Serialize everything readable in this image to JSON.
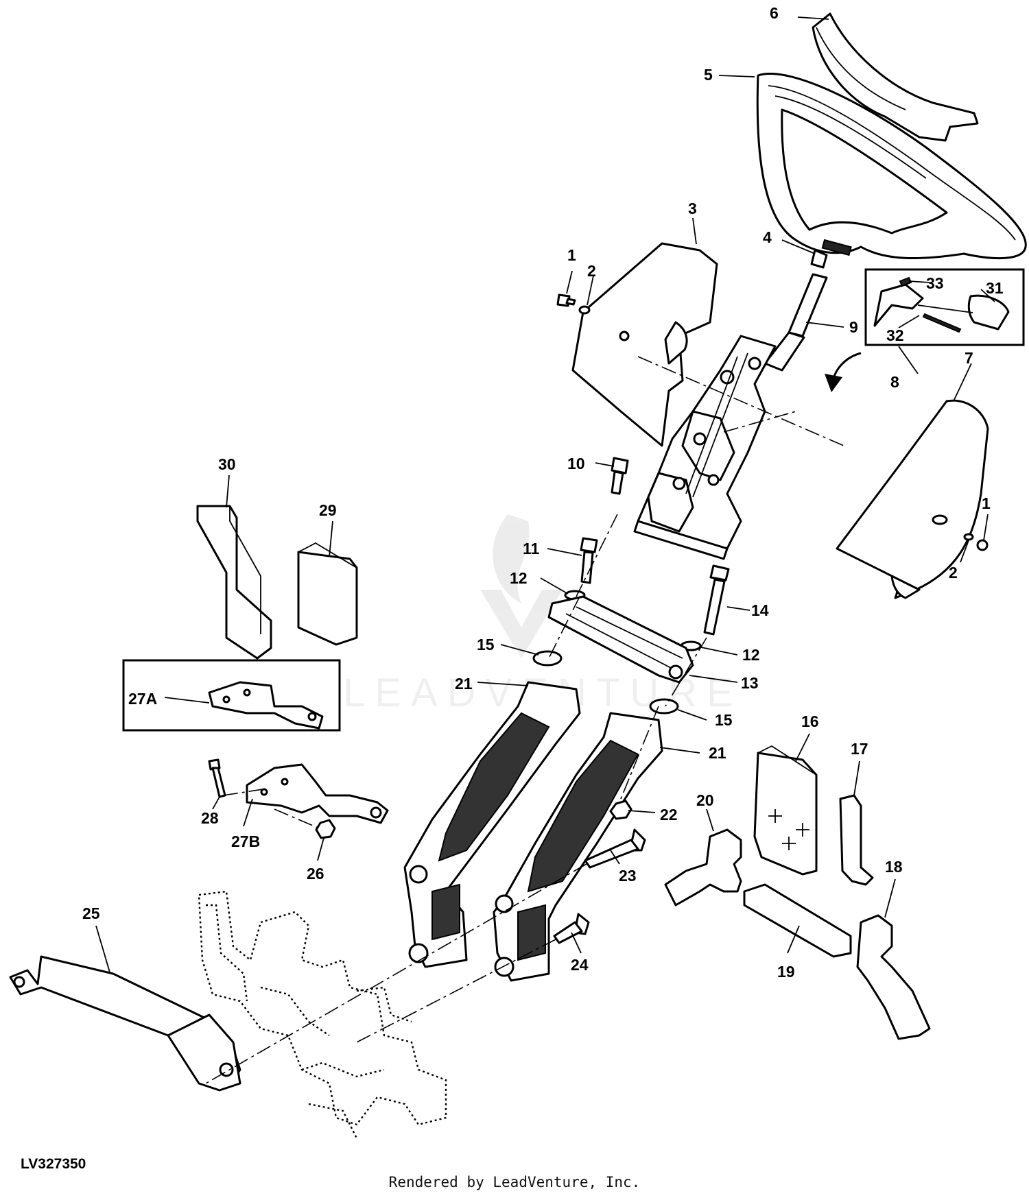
{
  "diagram": {
    "reference_number": "LV327350",
    "credit": "Rendered by LeadVenture, Inc.",
    "watermark": "LEADVENTURE",
    "callouts": {
      "c1a": "1",
      "c1b": "1",
      "c2a": "2",
      "c2b": "2",
      "c3": "3",
      "c4": "4",
      "c5": "5",
      "c6": "6",
      "c7": "7",
      "c8": "8",
      "c9": "9",
      "c10": "10",
      "c11": "11",
      "c12a": "12",
      "c12b": "12",
      "c13": "13",
      "c14": "14",
      "c15a": "15",
      "c15b": "15",
      "c16": "16",
      "c17": "17",
      "c18": "18",
      "c19": "19",
      "c20": "20",
      "c21a": "21",
      "c21b": "21",
      "c22": "22",
      "c23": "23",
      "c24": "24",
      "c25": "25",
      "c26": "26",
      "c27a": "27A",
      "c27b": "27B",
      "c28": "28",
      "c29": "29",
      "c30": "30",
      "c31": "31",
      "c32": "32",
      "c33": "33"
    }
  }
}
